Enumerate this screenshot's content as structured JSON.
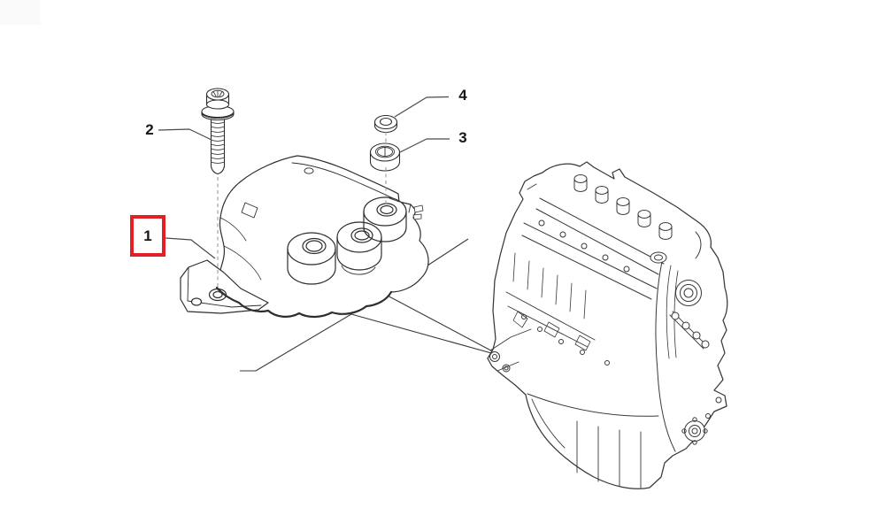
{
  "diagram": {
    "type": "exploded-parts-diagram",
    "callouts": {
      "part1": {
        "label": "1",
        "highlighted": true
      },
      "part2": {
        "label": "2",
        "highlighted": false
      },
      "part3": {
        "label": "3",
        "highlighted": false
      },
      "part4": {
        "label": "4",
        "highlighted": false
      }
    },
    "colors": {
      "highlight_box": "#e31e24",
      "line_art": "#333333",
      "dashed_axis": "#909090",
      "background": "#ffffff"
    }
  }
}
